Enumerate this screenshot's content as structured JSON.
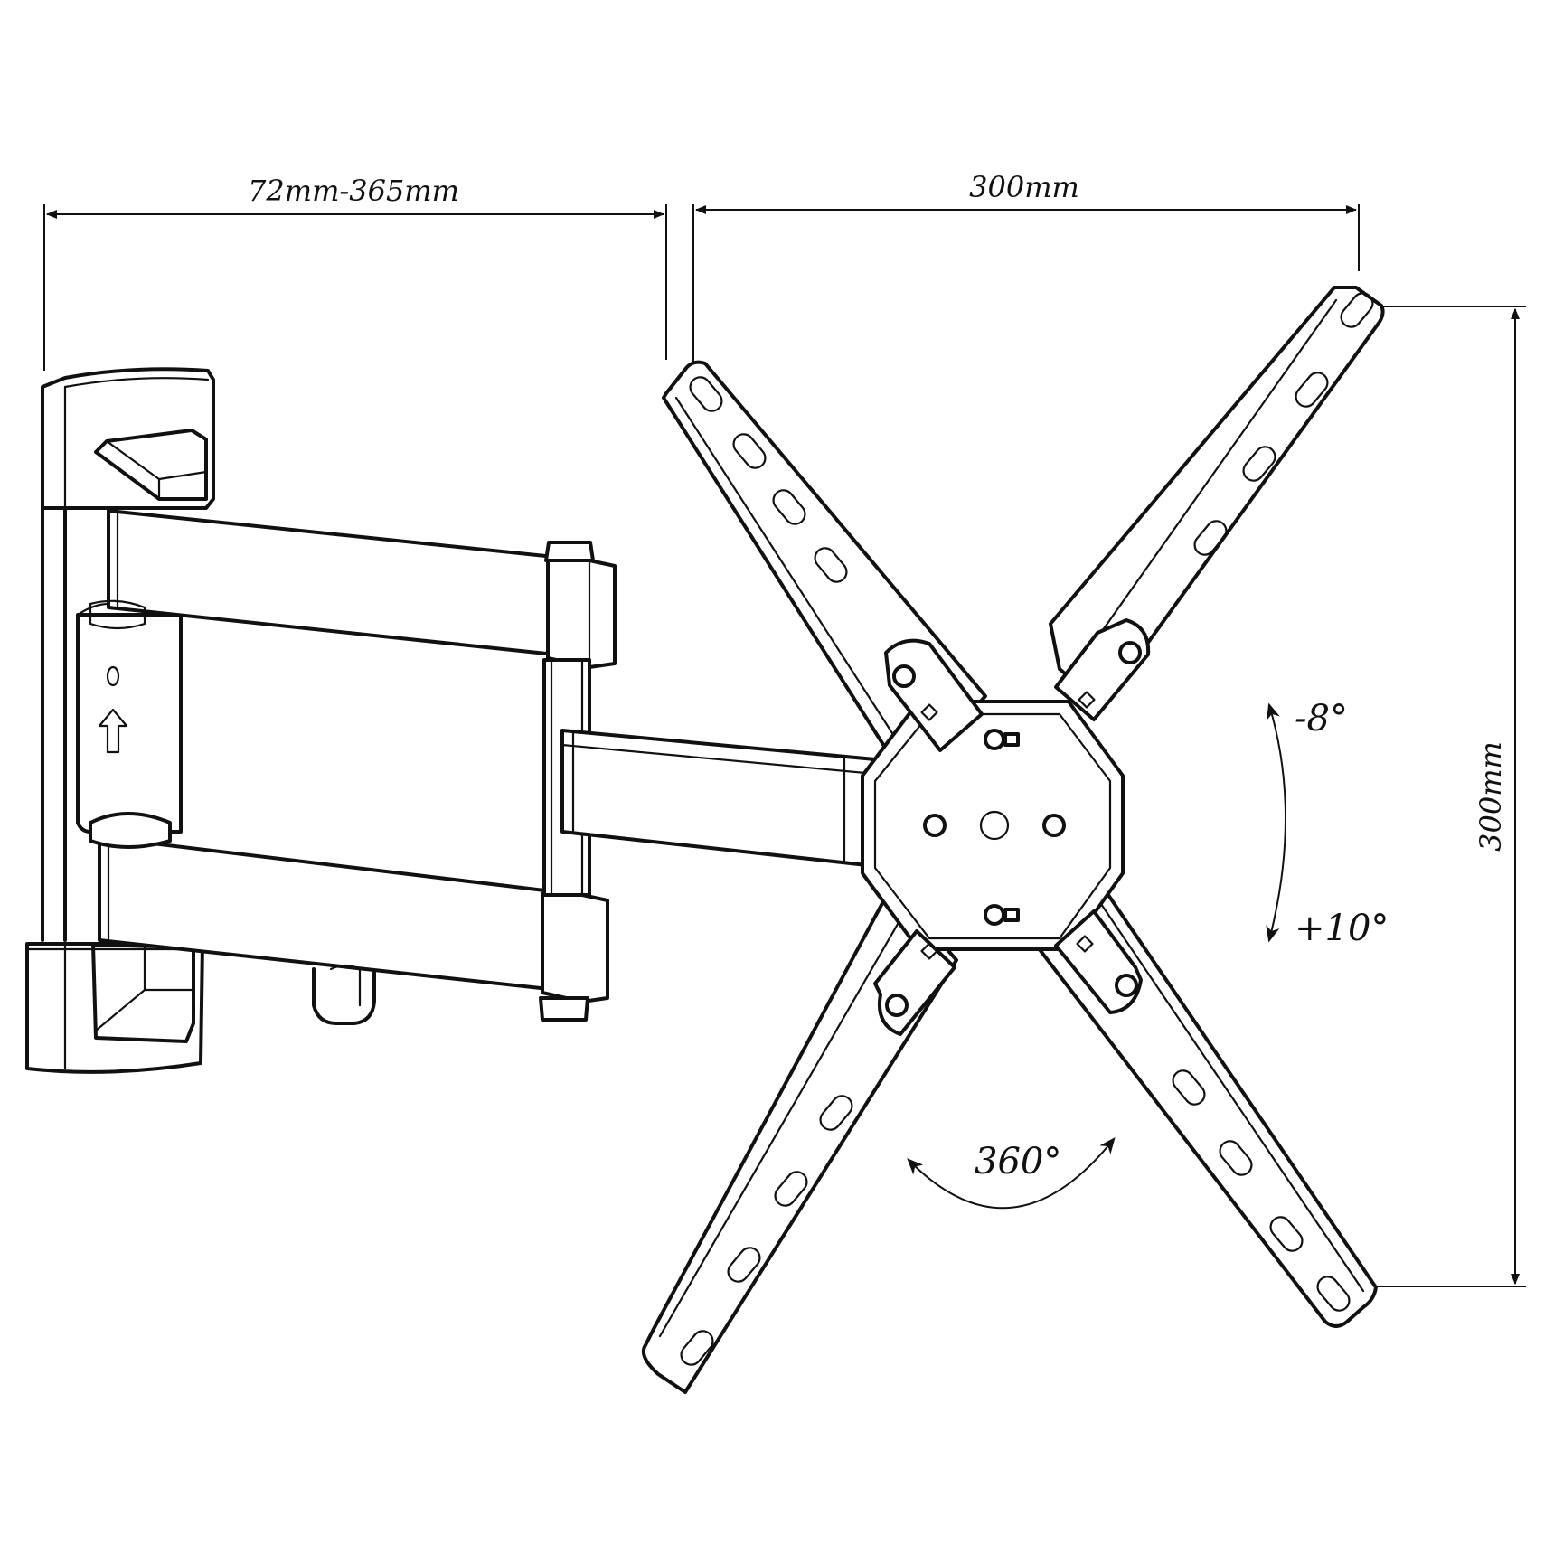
{
  "dimensions": {
    "extension": "72mm-365mm",
    "vesa_width": "300mm",
    "vesa_height": "300mm"
  },
  "angles": {
    "tilt_up": "-8°",
    "tilt_down": "+10°",
    "rotation": "360°"
  },
  "colors": {
    "line": "#111111",
    "background": "#ffffff"
  },
  "icons": {
    "up_arrow": "up-arrow-icon",
    "keyhole": "keyhole-icon"
  }
}
